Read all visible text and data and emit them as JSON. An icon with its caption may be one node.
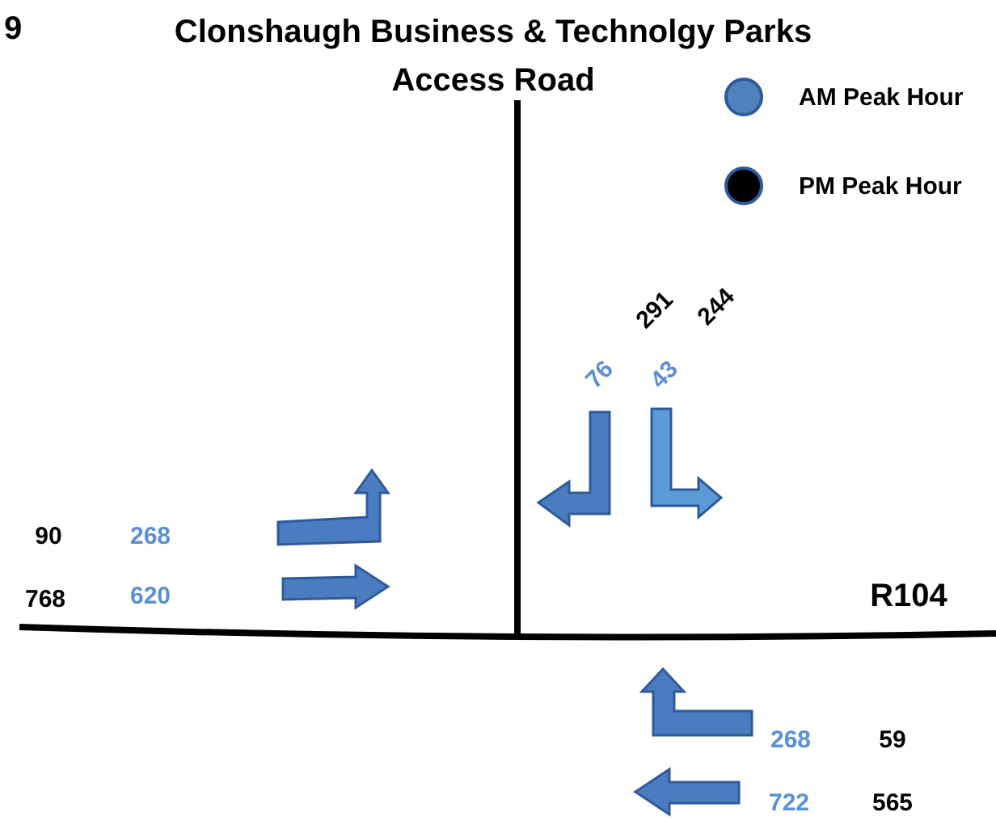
{
  "diagram": {
    "labels": [
      "9",
      "Clonshaugh Business & Technolgy Parks Access Road",
      "291",
      "244",
      "76",
      "43",
      "90",
      "268",
      "768",
      "620",
      "R104",
      "268",
      "59",
      "722",
      "565"
    ],
    "legend": [
      {
        "text": "AM Peak Hour",
        "color": "#4f81bd"
      },
      {
        "text": "PM Peak Hour",
        "color": "#000000"
      }
    ]
  }
}
